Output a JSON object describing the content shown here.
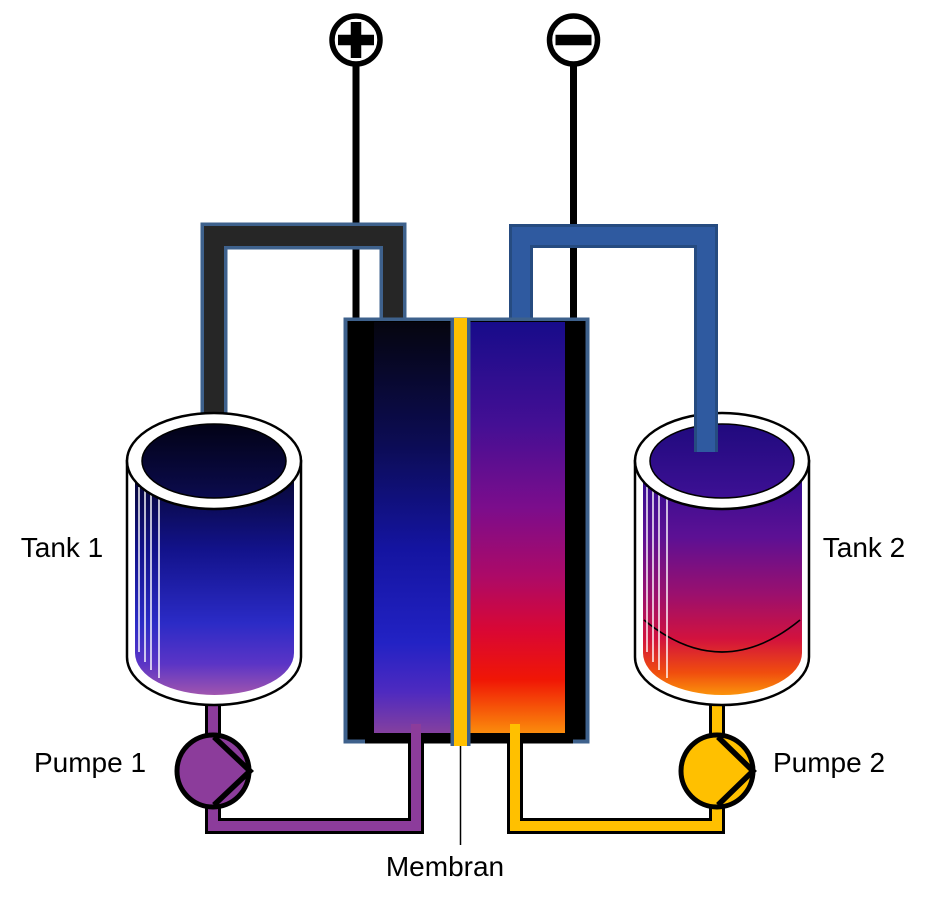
{
  "figure": {
    "labels": {
      "tank1": "Tank 1",
      "tank2": "Tank 2",
      "pump1": "Pumpe 1",
      "pump2": "Pumpe 2",
      "membrane": "Membran"
    },
    "terminals": {
      "positive": "+",
      "negative": "−"
    },
    "colors": {
      "electrolyte_purple": "#8C3C9B",
      "electrolyte_yellow": "#FFC000",
      "pipe_dark": "#262626",
      "pipe_dark_outline": "#3E618C",
      "pipe_blue": "#2F5AA0",
      "pipe_blue_outline": "#264B80",
      "cell_border": "#3E618C",
      "electrode": "#000000",
      "membrane": "#FFC000",
      "outline": "#000000",
      "label_text": "#000000",
      "tank_body": "#FFFFFF"
    },
    "gradients": {
      "tank1": [
        [
          "0%",
          "#06062E"
        ],
        [
          "35%",
          "#12128A"
        ],
        [
          "68%",
          "#2B2BC6"
        ],
        [
          "86%",
          "#5A34C6"
        ],
        [
          "100%",
          "#A055AE"
        ]
      ],
      "tank1_top": [
        [
          "0%",
          "#020216"
        ],
        [
          "100%",
          "#0B0B4E"
        ]
      ],
      "tank2": [
        [
          "0%",
          "#2F0D90"
        ],
        [
          "30%",
          "#5D1094"
        ],
        [
          "55%",
          "#9A106E"
        ],
        [
          "75%",
          "#D2123E"
        ],
        [
          "90%",
          "#F04D0E"
        ],
        [
          "100%",
          "#FB930B"
        ]
      ],
      "tank2_top": [
        [
          "0%",
          "#200A7E"
        ],
        [
          "100%",
          "#3D1094"
        ]
      ],
      "cell_left": [
        [
          "0%",
          "#05050F"
        ],
        [
          "30%",
          "#0C0C55"
        ],
        [
          "55%",
          "#1414A0"
        ],
        [
          "78%",
          "#2222C4"
        ],
        [
          "90%",
          "#4E2AC0"
        ],
        [
          "100%",
          "#84409F"
        ]
      ],
      "cell_right": [
        [
          "0%",
          "#170C8A"
        ],
        [
          "25%",
          "#440F94"
        ],
        [
          "45%",
          "#7B0D8C"
        ],
        [
          "62%",
          "#AD0A67"
        ],
        [
          "75%",
          "#D90734"
        ],
        [
          "87%",
          "#F01605"
        ],
        [
          "100%",
          "#FB8C0C"
        ]
      ]
    }
  }
}
